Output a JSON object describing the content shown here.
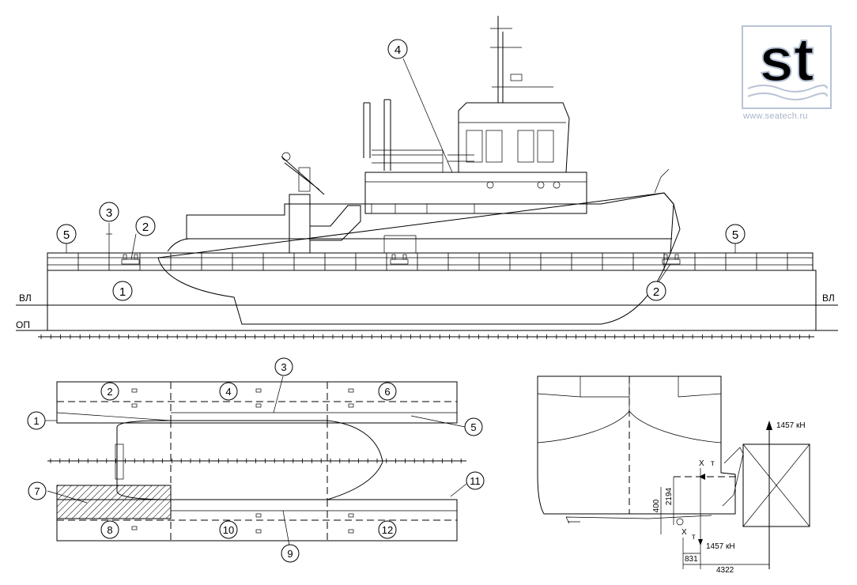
{
  "drawing": {
    "waterline_label": "ВЛ",
    "baseline_label": "ОП",
    "side_view_callouts": [
      "1",
      "2",
      "2",
      "3",
      "4",
      "5",
      "5"
    ],
    "plan_view_callouts": [
      "1",
      "2",
      "3",
      "4",
      "5",
      "6",
      "7",
      "8",
      "9",
      "10",
      "11",
      "12"
    ]
  },
  "stability": {
    "force_top": "1457 кН",
    "force_bottom": "1457 кН",
    "dim_400": "400",
    "dim_2194": "2194",
    "dim_831": "831",
    "dim_4322": "4322",
    "marker_t": "т",
    "marker_x": "Х"
  },
  "watermark": {
    "url": "www.seatech.ru",
    "brand_letters": "st"
  },
  "colors": {
    "line": "#000000",
    "watermark": "#b8c3d6"
  }
}
